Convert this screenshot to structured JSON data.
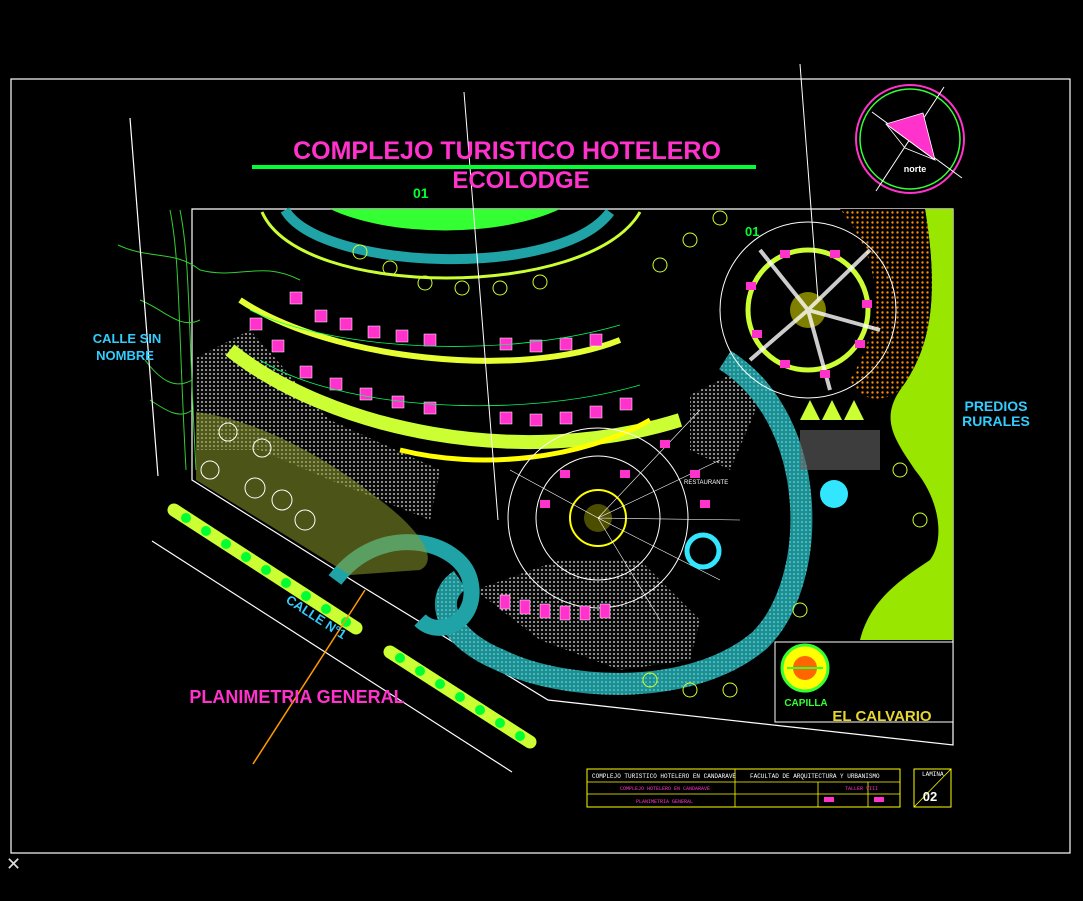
{
  "title": {
    "line1": "COMPLEJO TURISTICO HOTELERO",
    "line2": "ECOLODGE"
  },
  "plan_labels": {
    "zone_a": "01",
    "zone_b": "01",
    "calle_sin_line1": "CALLE SIN",
    "calle_sin_line2": "NOMBRE",
    "calle_n1": "CALLE N°1",
    "predios_line1": "PREDIOS",
    "predios_line2": "RURALES",
    "capilla": "CAPILLA",
    "el_calvario": "EL CALVARIO",
    "planimetria": "PLANIMETRIA GENERAL",
    "restaurant": "RESTAURANTE",
    "north": "norte"
  },
  "title_block": {
    "project": "COMPLEJO TURISTICO HOTELERO EN CANDARAVE",
    "faculty": "FACULTAD DE ARQUITECTURA Y URBANISMO",
    "subproject": "COMPLEJO HOTELERO EN CANDARAVE",
    "sheet_name": "PLANIMETRIA GENERAL",
    "workshop": "TALLER VIII",
    "lamina_label": "LAMINA",
    "lamina_number": "02"
  },
  "colors": {
    "background": "#000000",
    "frame": "#ffffff",
    "title": "#ff33cc",
    "accent_green": "#00ff33",
    "lime": "#ccff33",
    "cyan": "#33ccff",
    "teal": "#1fa3a6",
    "yellow": "#ffff00",
    "orange": "#ff9900",
    "calvario": "#e6d62e"
  },
  "icons": {
    "north_arrow": "north-arrow-icon",
    "ucs": "ucs-axis-icon"
  }
}
